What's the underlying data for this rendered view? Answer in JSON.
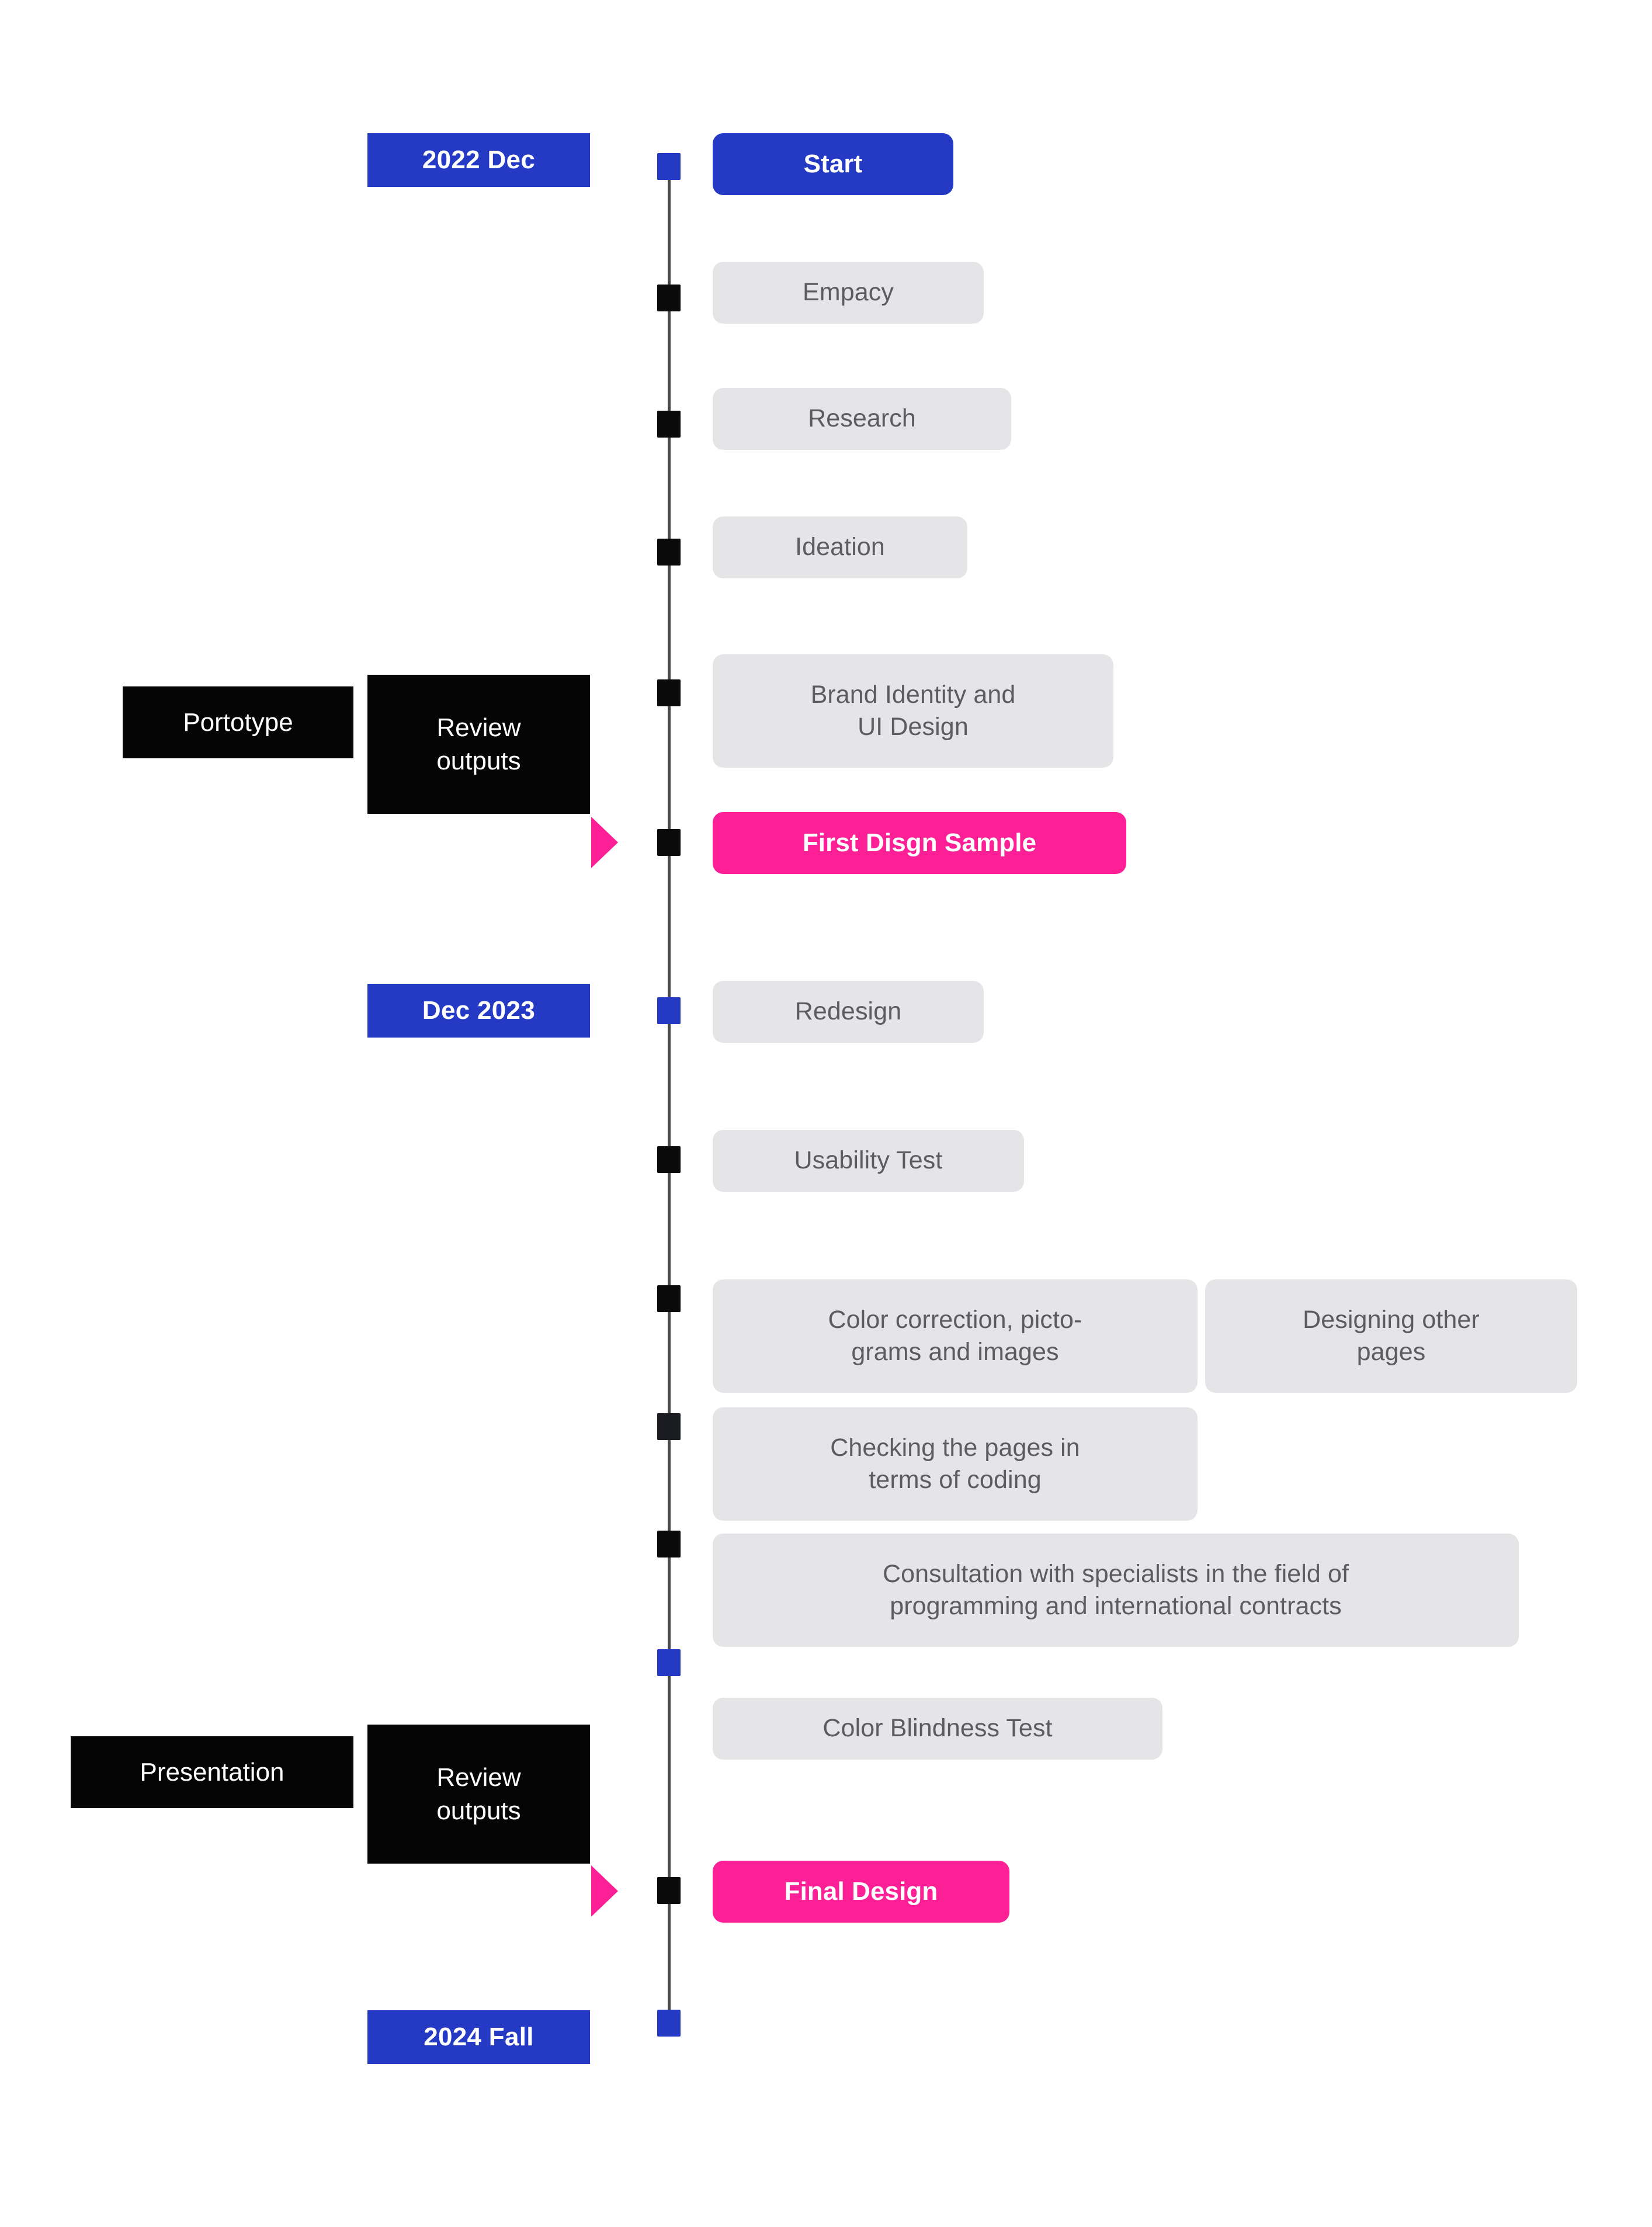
{
  "diagram": {
    "type": "vertical-timeline",
    "title_visible": false,
    "colors": {
      "accent_blue": "#2439c4",
      "accent_pink": "#fc1f96",
      "step_grey_bg": "#e5e5e7",
      "step_grey_text": "#5c5c60",
      "black": "#050505",
      "axis": "#4a4a4a",
      "background": "#ffffff"
    }
  },
  "date_labels": [
    {
      "id": "date-2022-dec",
      "text": "2022 Dec"
    },
    {
      "id": "date-dec-2023",
      "text": "Dec 2023"
    },
    {
      "id": "date-2024-fall",
      "text": "2024 Fall"
    }
  ],
  "phase_labels": [
    {
      "id": "phase-portotype",
      "text": "Portotype"
    },
    {
      "id": "phase-presentation",
      "text": "Presentation"
    }
  ],
  "review_labels": [
    {
      "id": "review-outputs-1",
      "line1": "Review",
      "line2": "outputs"
    },
    {
      "id": "review-outputs-2",
      "line1": "Review",
      "line2": "outputs"
    }
  ],
  "steps": [
    {
      "id": "step-start",
      "text": "Start",
      "style": "blue",
      "marker": "blue"
    },
    {
      "id": "step-empacy",
      "text": "Empacy",
      "style": "grey",
      "marker": "black"
    },
    {
      "id": "step-research",
      "text": "Research",
      "style": "grey",
      "marker": "black"
    },
    {
      "id": "step-ideation",
      "text": "Ideation",
      "style": "grey",
      "marker": "black"
    },
    {
      "id": "step-brand-identity",
      "line1": "Brand Identity and",
      "line2": "UI Design",
      "style": "grey",
      "marker": "black"
    },
    {
      "id": "step-first-design",
      "text": "First Disgn Sample",
      "style": "pink",
      "marker": "black"
    },
    {
      "id": "step-redesign",
      "text": "Redesign",
      "style": "grey",
      "marker": "blue"
    },
    {
      "id": "step-usability",
      "text": "Usability Test",
      "style": "grey",
      "marker": "black"
    },
    {
      "id": "step-color-correction",
      "line1": "Color correction, picto-",
      "line2": "grams and images",
      "style": "grey",
      "marker": "black"
    },
    {
      "id": "step-designing-other",
      "line1": "Designing other",
      "line2": "pages",
      "style": "grey",
      "marker": "none"
    },
    {
      "id": "step-checking-pages",
      "line1": "Checking the pages in",
      "line2": "terms of coding",
      "style": "grey",
      "marker": "dark"
    },
    {
      "id": "step-consultation",
      "line1": "Consultation with specialists in the field of",
      "line2": "programming and international contracts",
      "style": "grey",
      "marker": "black"
    },
    {
      "id": "step-color-blindness",
      "text": "Color Blindness Test",
      "style": "grey",
      "marker": "blue"
    },
    {
      "id": "step-final-design",
      "text": "Final Design",
      "style": "pink",
      "marker": "black"
    }
  ],
  "end_marker": {
    "id": "marker-end",
    "style": "blue"
  }
}
